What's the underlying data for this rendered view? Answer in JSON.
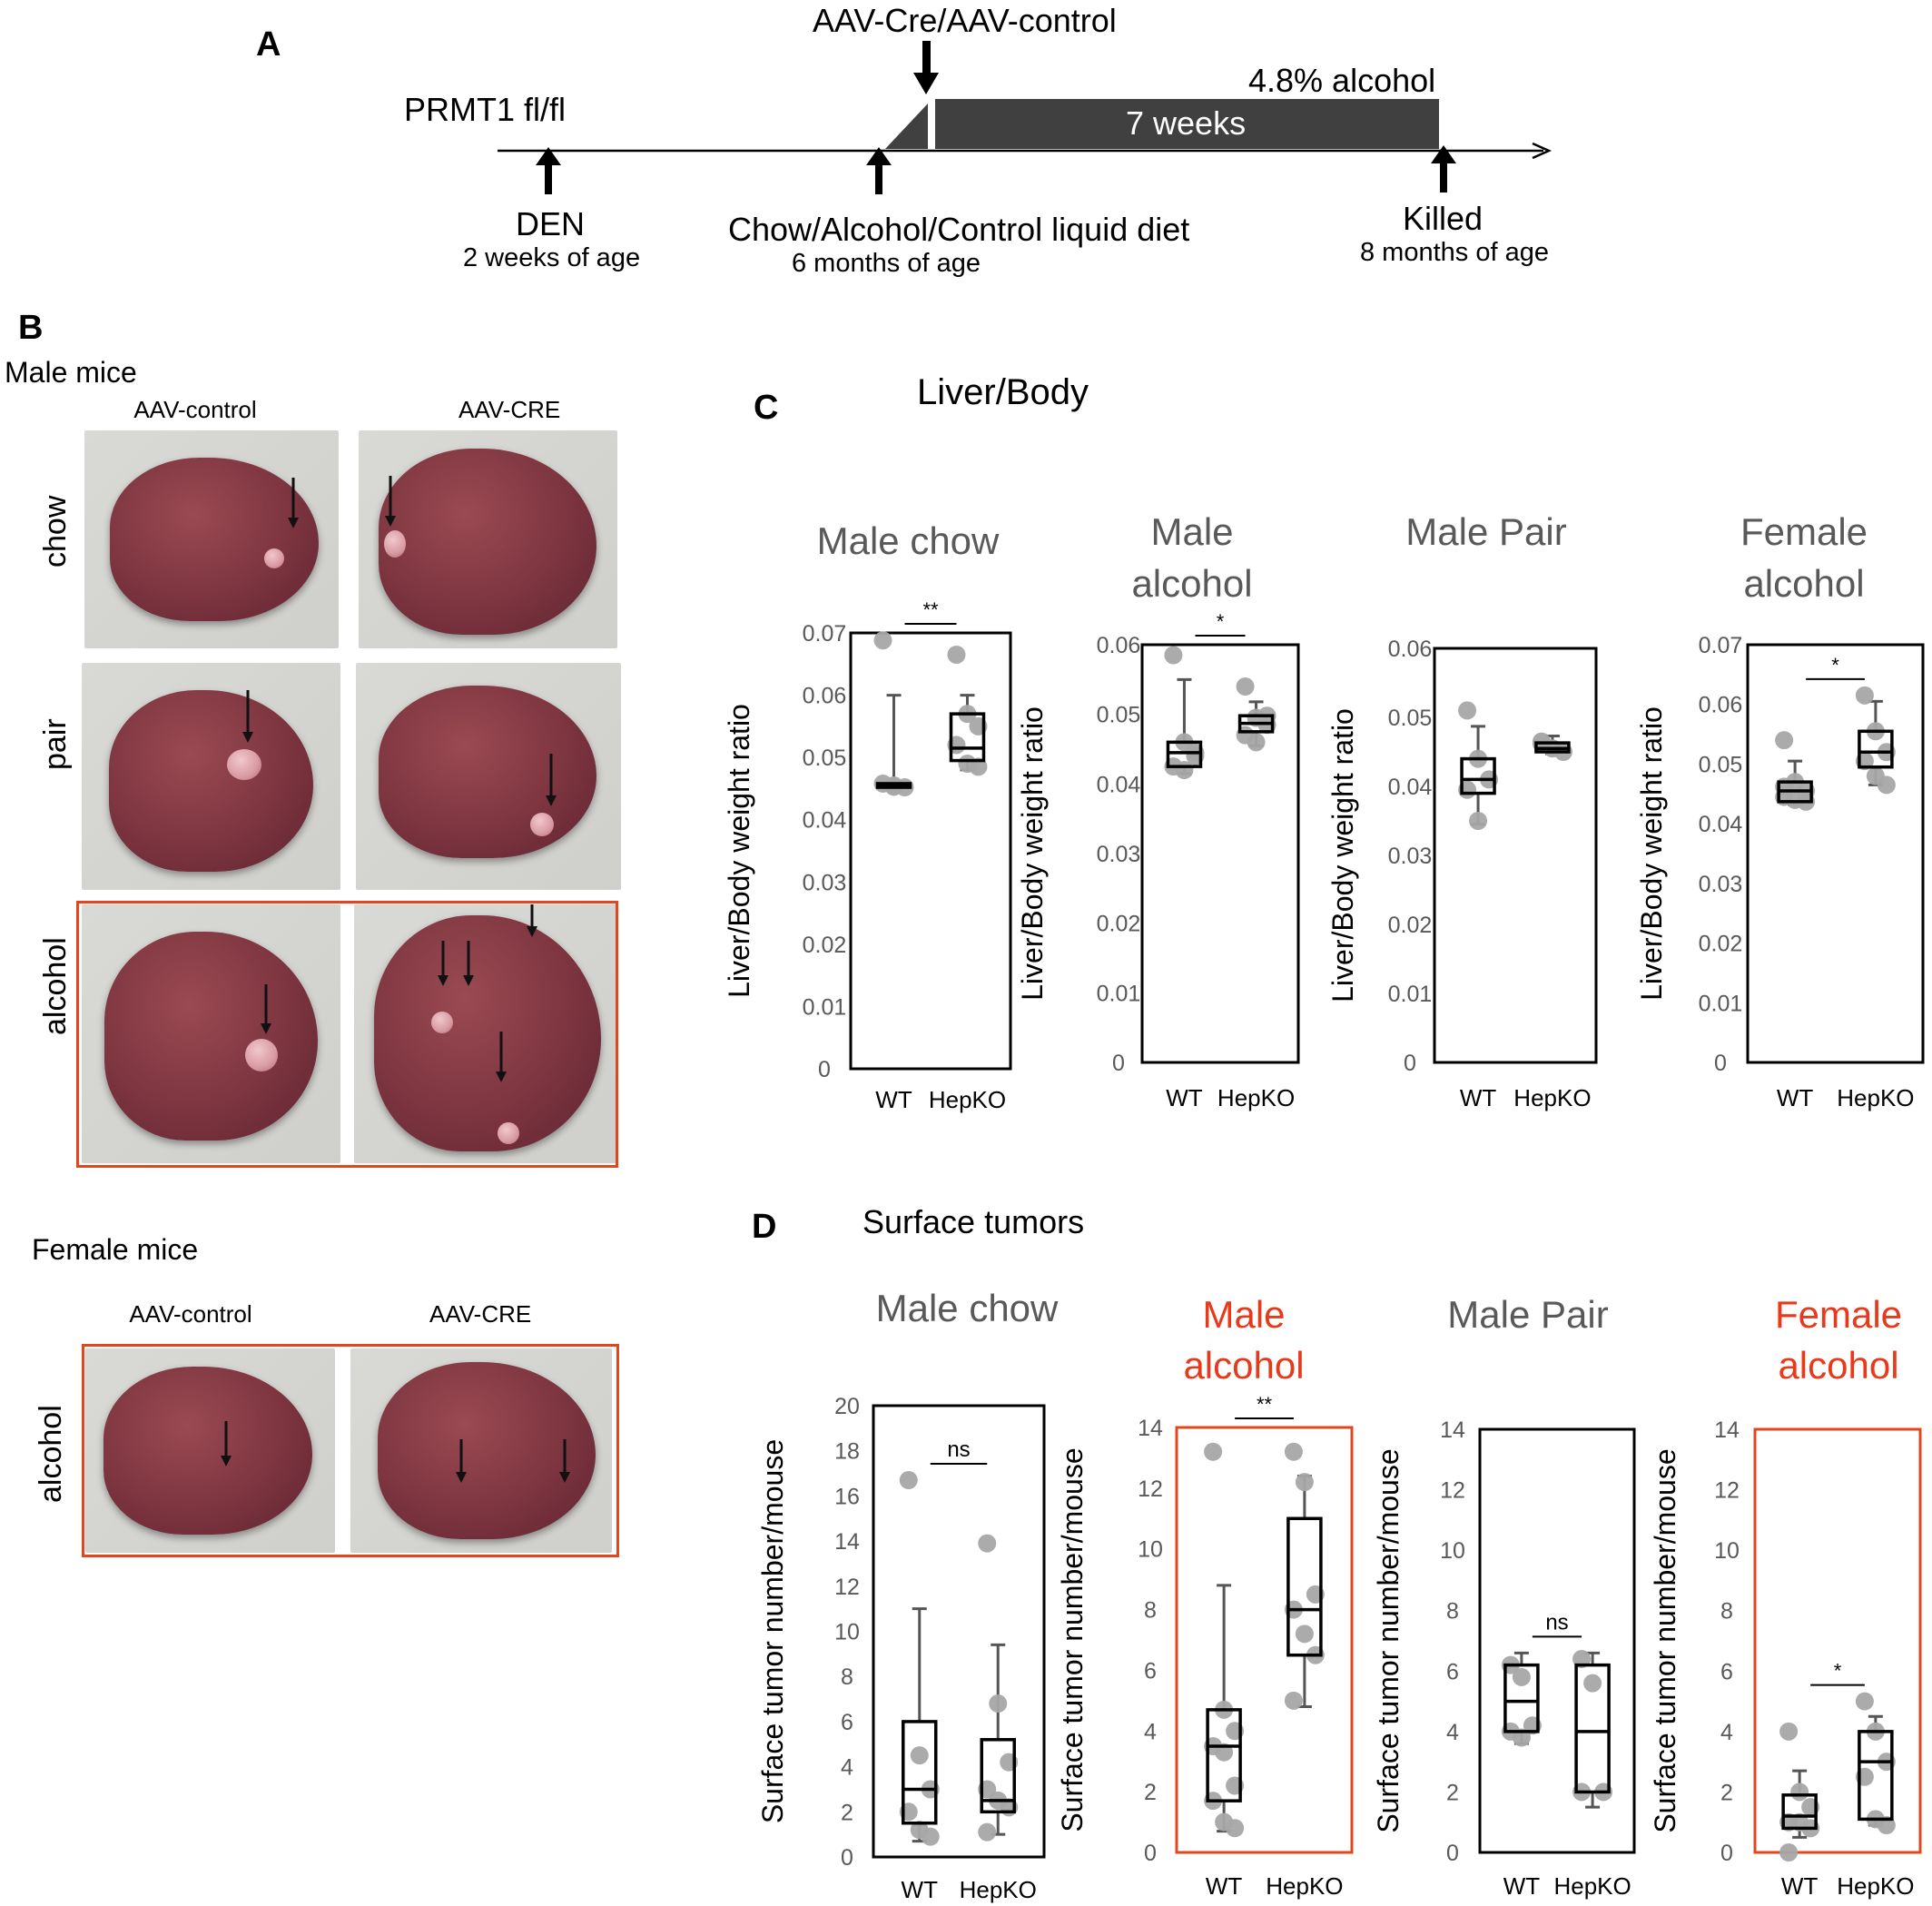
{
  "panels": {
    "a": "A",
    "b": "B",
    "c": "C",
    "d": "D"
  },
  "timeline": {
    "strain": "PRMT1 fl/fl",
    "injection": "AAV-Cre/AAV-control",
    "diet_bar": "4.8% alcohol",
    "duration": "7 weeks",
    "den": "DEN",
    "den_age": "2 weeks of age",
    "diet": "Chow/Alcohol/Control liquid diet",
    "diet_age": "6 months of age",
    "killed": "Killed",
    "killed_age": "8 months of age"
  },
  "photos": {
    "male_title": "Male mice",
    "female_title": "Female mice",
    "col_control": "AAV-control",
    "col_cre": "AAV-CRE",
    "row_chow": "chow",
    "row_pair": "pair",
    "row_alcohol": "alcohol",
    "female_col_control": "AAV-control",
    "female_col_cre": "AAV-CRE",
    "female_row_alcohol": "alcohol"
  },
  "section_c_title": "Liver/Body",
  "section_d_title": "Surface tumors",
  "colors": {
    "box": "#000000",
    "whisker": "#555555",
    "dots": "#a6a6a6",
    "title_gray": "#595959",
    "title_red": "#e8391a",
    "frame_red": "#e0471e"
  },
  "chart_data": [
    {
      "type": "box",
      "title": [
        "Male chow"
      ],
      "ylabel": "Liver/Body weight ratio",
      "categories": [
        "WT",
        "HepKO"
      ],
      "ylim": [
        0,
        0.07
      ],
      "yticks": [
        "0",
        "0.01",
        "0.02",
        "0.03",
        "0.04",
        "0.05",
        "0.06",
        "0.07"
      ],
      "significance": "**",
      "red_frame": false,
      "series": [
        {
          "min": 0.045,
          "q1": 0.0452,
          "median": 0.0455,
          "q3": 0.0458,
          "max": 0.06,
          "points": [
            0.0688,
            0.0455,
            0.0452,
            0.0458,
            0.0453
          ]
        },
        {
          "min": 0.048,
          "q1": 0.0495,
          "median": 0.0515,
          "q3": 0.057,
          "max": 0.06,
          "points": [
            0.0665,
            0.057,
            0.055,
            0.052,
            0.049,
            0.0485
          ]
        }
      ]
    },
    {
      "type": "box",
      "title": [
        "Male",
        "alcohol"
      ],
      "ylabel": "Liver/Body weight ratio",
      "categories": [
        "WT",
        "HepKO"
      ],
      "ylim": [
        0,
        0.06
      ],
      "yticks": [
        "0",
        "0.01",
        "0.02",
        "0.03",
        "0.04",
        "0.05",
        "0.06"
      ],
      "significance": "*",
      "red_frame": false,
      "series": [
        {
          "min": 0.0415,
          "q1": 0.0425,
          "median": 0.0445,
          "q3": 0.046,
          "max": 0.055,
          "points": [
            0.0585,
            0.046,
            0.0445,
            0.0425,
            0.042,
            0.044
          ]
        },
        {
          "min": 0.0455,
          "q1": 0.0475,
          "median": 0.0487,
          "q3": 0.0498,
          "max": 0.0518,
          "points": [
            0.054,
            0.0495,
            0.0485,
            0.047,
            0.046,
            0.0498
          ]
        }
      ]
    },
    {
      "type": "box",
      "title": [
        "Male Pair"
      ],
      "ylabel": "Liver/Body weight ratio",
      "categories": [
        "WT",
        "HepKO"
      ],
      "ylim": [
        0,
        0.06
      ],
      "yticks": [
        "0",
        "0.01",
        "0.02",
        "0.03",
        "0.04",
        "0.05",
        "0.06"
      ],
      "significance": "",
      "red_frame": false,
      "series": [
        {
          "min": 0.0345,
          "q1": 0.039,
          "median": 0.041,
          "q3": 0.044,
          "max": 0.0487,
          "points": [
            0.051,
            0.044,
            0.041,
            0.0395,
            0.035
          ]
        },
        {
          "min": 0.0447,
          "q1": 0.045,
          "median": 0.0455,
          "q3": 0.0463,
          "max": 0.0473,
          "points": [
            0.0465,
            0.0455,
            0.045,
            0.0462
          ]
        }
      ]
    },
    {
      "type": "box",
      "title": [
        "Female",
        "alcohol"
      ],
      "ylabel": "Liver/Body weight ratio",
      "categories": [
        "WT",
        "HepKO"
      ],
      "ylim": [
        0,
        0.07
      ],
      "yticks": [
        "0",
        "0.01",
        "0.02",
        "0.03",
        "0.04",
        "0.05",
        "0.06",
        "0.07"
      ],
      "significance": "*",
      "red_frame": false,
      "series": [
        {
          "min": 0.0432,
          "q1": 0.0437,
          "median": 0.0455,
          "q3": 0.047,
          "max": 0.0505,
          "points": [
            0.054,
            0.047,
            0.0455,
            0.0445,
            0.044,
            0.0437,
            0.0462
          ]
        },
        {
          "min": 0.0465,
          "q1": 0.0495,
          "median": 0.052,
          "q3": 0.0555,
          "max": 0.0605,
          "points": [
            0.0615,
            0.0555,
            0.052,
            0.0505,
            0.048,
            0.0465
          ]
        }
      ]
    },
    {
      "type": "box",
      "title": [
        "Male chow"
      ],
      "ylabel": "Surface tumor number/mouse",
      "categories": [
        "WT",
        "HepKO"
      ],
      "ylim": [
        0,
        20
      ],
      "yticks": [
        "0",
        "2",
        "4",
        "6",
        "8",
        "10",
        "12",
        "14",
        "16",
        "18",
        "20"
      ],
      "significance": "ns",
      "red_frame": false,
      "series": [
        {
          "min": 0.7,
          "q1": 1.5,
          "median": 3,
          "q3": 6,
          "max": 11,
          "points": [
            16.7,
            4.5,
            3,
            2,
            1.2,
            0.9
          ]
        },
        {
          "min": 1,
          "q1": 2,
          "median": 2.5,
          "q3": 5.2,
          "max": 9.4,
          "points": [
            13.9,
            6.8,
            4.2,
            3.0,
            2.5,
            2.2,
            1.1
          ]
        }
      ]
    },
    {
      "type": "box",
      "title": [
        "Male",
        "alcohol"
      ],
      "title_red": true,
      "ylabel": "Surface tumor number/mouse",
      "categories": [
        "WT",
        "HepKO"
      ],
      "ylim": [
        0,
        14
      ],
      "yticks": [
        "0",
        "2",
        "4",
        "6",
        "8",
        "10",
        "12",
        "14"
      ],
      "significance": "**",
      "red_frame": true,
      "series": [
        {
          "min": 0.7,
          "q1": 1.7,
          "median": 3.5,
          "q3": 4.7,
          "max": 8.8,
          "points": [
            13.2,
            4.7,
            4,
            3.5,
            3.3,
            2.2,
            1.7,
            1.0,
            0.8
          ]
        },
        {
          "min": 4.8,
          "q1": 6.5,
          "median": 8,
          "q3": 11,
          "max": 12.4,
          "points": [
            13.2,
            12.2,
            8.5,
            8,
            7.2,
            6.5,
            5.0
          ]
        }
      ]
    },
    {
      "type": "box",
      "title": [
        "Male Pair"
      ],
      "ylabel": "Surface tumor number/mouse",
      "categories": [
        "WT",
        "HepKO"
      ],
      "ylim": [
        0,
        14
      ],
      "yticks": [
        "0",
        "2",
        "4",
        "6",
        "8",
        "10",
        "12",
        "14"
      ],
      "significance": "ns",
      "red_frame": false,
      "series": [
        {
          "min": 3.6,
          "q1": 4,
          "median": 5,
          "q3": 6.2,
          "max": 6.6,
          "points": [
            6.2,
            5.8,
            4.2,
            4.0,
            3.8
          ]
        },
        {
          "min": 1.5,
          "q1": 2,
          "median": 4,
          "q3": 6.2,
          "max": 6.6,
          "points": [
            6.4,
            5.6,
            2.0,
            2.0
          ]
        }
      ]
    },
    {
      "type": "box",
      "title": [
        "Female",
        "alcohol"
      ],
      "title_red": true,
      "ylabel": "Surface tumor number/mouse",
      "categories": [
        "WT",
        "HepKO"
      ],
      "ylim": [
        0,
        14
      ],
      "yticks": [
        "0",
        "2",
        "4",
        "6",
        "8",
        "10",
        "12",
        "14"
      ],
      "significance": "*",
      "red_frame": true,
      "series": [
        {
          "min": 0.5,
          "q1": 0.8,
          "median": 1.2,
          "q3": 1.9,
          "max": 2.7,
          "points": [
            4,
            2.0,
            1.5,
            1.0,
            1.0,
            0.8,
            0
          ]
        },
        {
          "min": 0.9,
          "q1": 1.1,
          "median": 3,
          "q3": 4,
          "max": 4.5,
          "points": [
            5.0,
            4.0,
            3.0,
            2.5,
            1.1,
            0.9
          ]
        }
      ]
    }
  ]
}
